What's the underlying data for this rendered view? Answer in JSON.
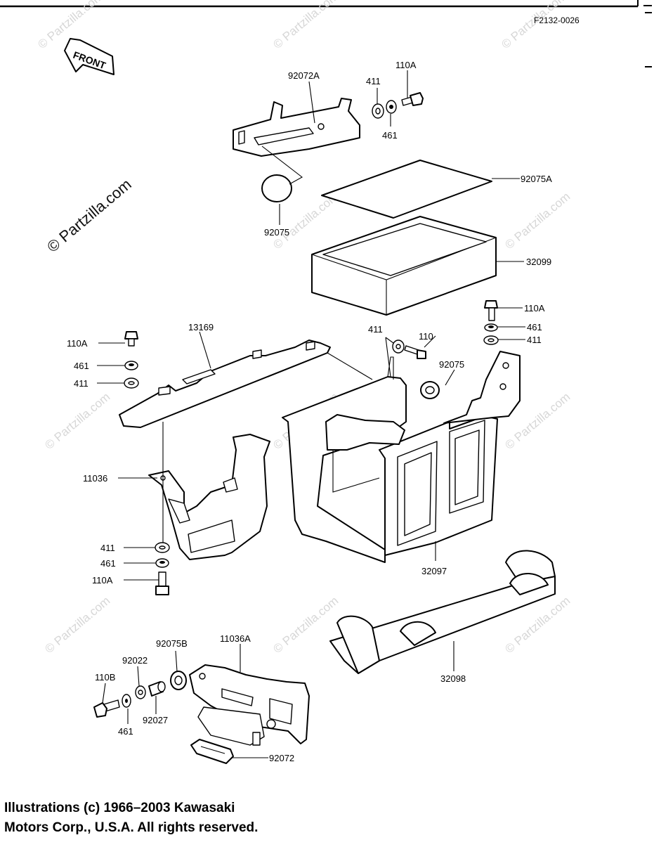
{
  "figure_code": "F2132-0026",
  "front_sign": "FRONT",
  "watermark": "© Partzilla.com",
  "copyright": "Illustrations (c) 1966–2003 Kawasaki\nMotors Corp., U.S.A.  All rights reserved.",
  "callouts": {
    "c92072A": "92072A",
    "c411_top": "411",
    "c110A_top": "110A",
    "c461_top": "461",
    "c92075A": "92075A",
    "c92075_top": "92075",
    "c32099": "32099",
    "c110A_right": "110A",
    "c461_right": "461",
    "c411_right": "411",
    "c411_mid": "411",
    "c110_mid": "110",
    "c92075_mid": "92075",
    "c13169": "13169",
    "c110A_left": "110A",
    "c461_left": "461",
    "c411_left": "411",
    "c11036": "11036",
    "c411_low": "411",
    "c461_low": "461",
    "c110A_low": "110A",
    "c32097": "32097",
    "c32098": "32098",
    "c92075B": "92075B",
    "c11036A": "11036A",
    "c92022": "92022",
    "c110B": "110B",
    "c461_bottom": "461",
    "c92027": "92027",
    "c92072": "92072"
  }
}
